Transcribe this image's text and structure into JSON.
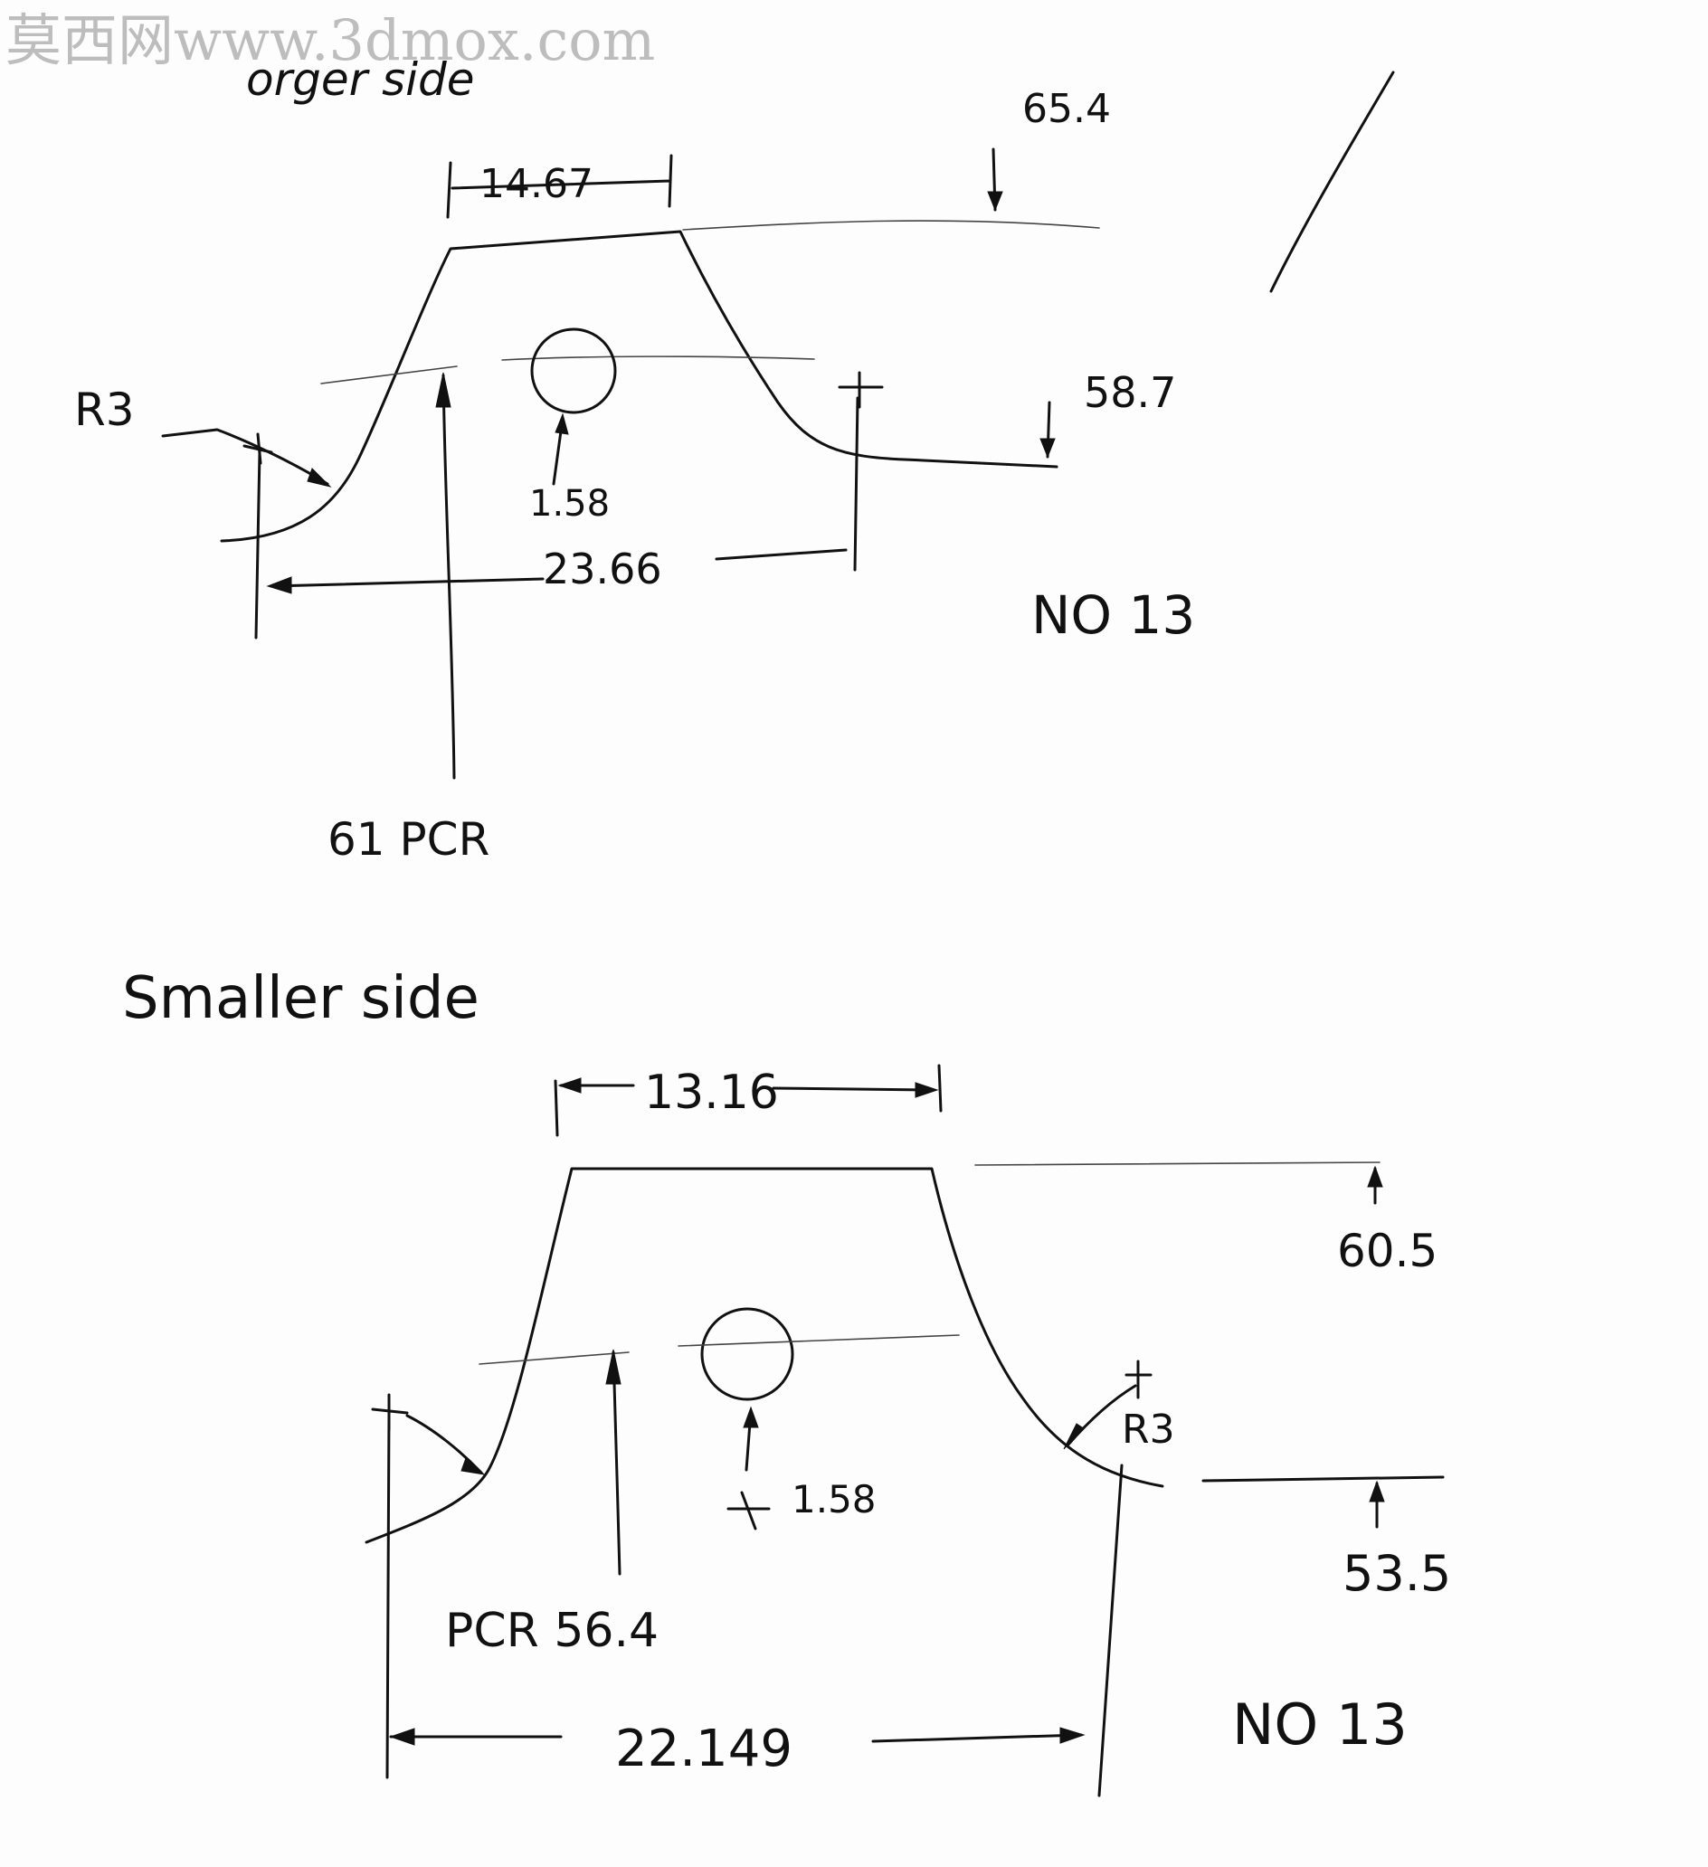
{
  "watermark": "莫西网www.3dmox.com",
  "larger_side": {
    "heading": "orger side",
    "top_width": "14.67",
    "outer_radius": "65.4",
    "root_radius": "58.7",
    "fillet": "R3",
    "hole_dia": "1.58",
    "base_width": "23.66",
    "pcr": "61 PCR",
    "tooth_count": "NO 13"
  },
  "smaller_side": {
    "heading": "Smaller side",
    "top_width": "13.16",
    "outer_radius": "60.5",
    "root_radius": "53.5",
    "fillet": "R3",
    "hole_dia": "1.58",
    "pcr": "PCR 56.4",
    "base_width": "22.149",
    "tooth_count": "NO 13"
  }
}
